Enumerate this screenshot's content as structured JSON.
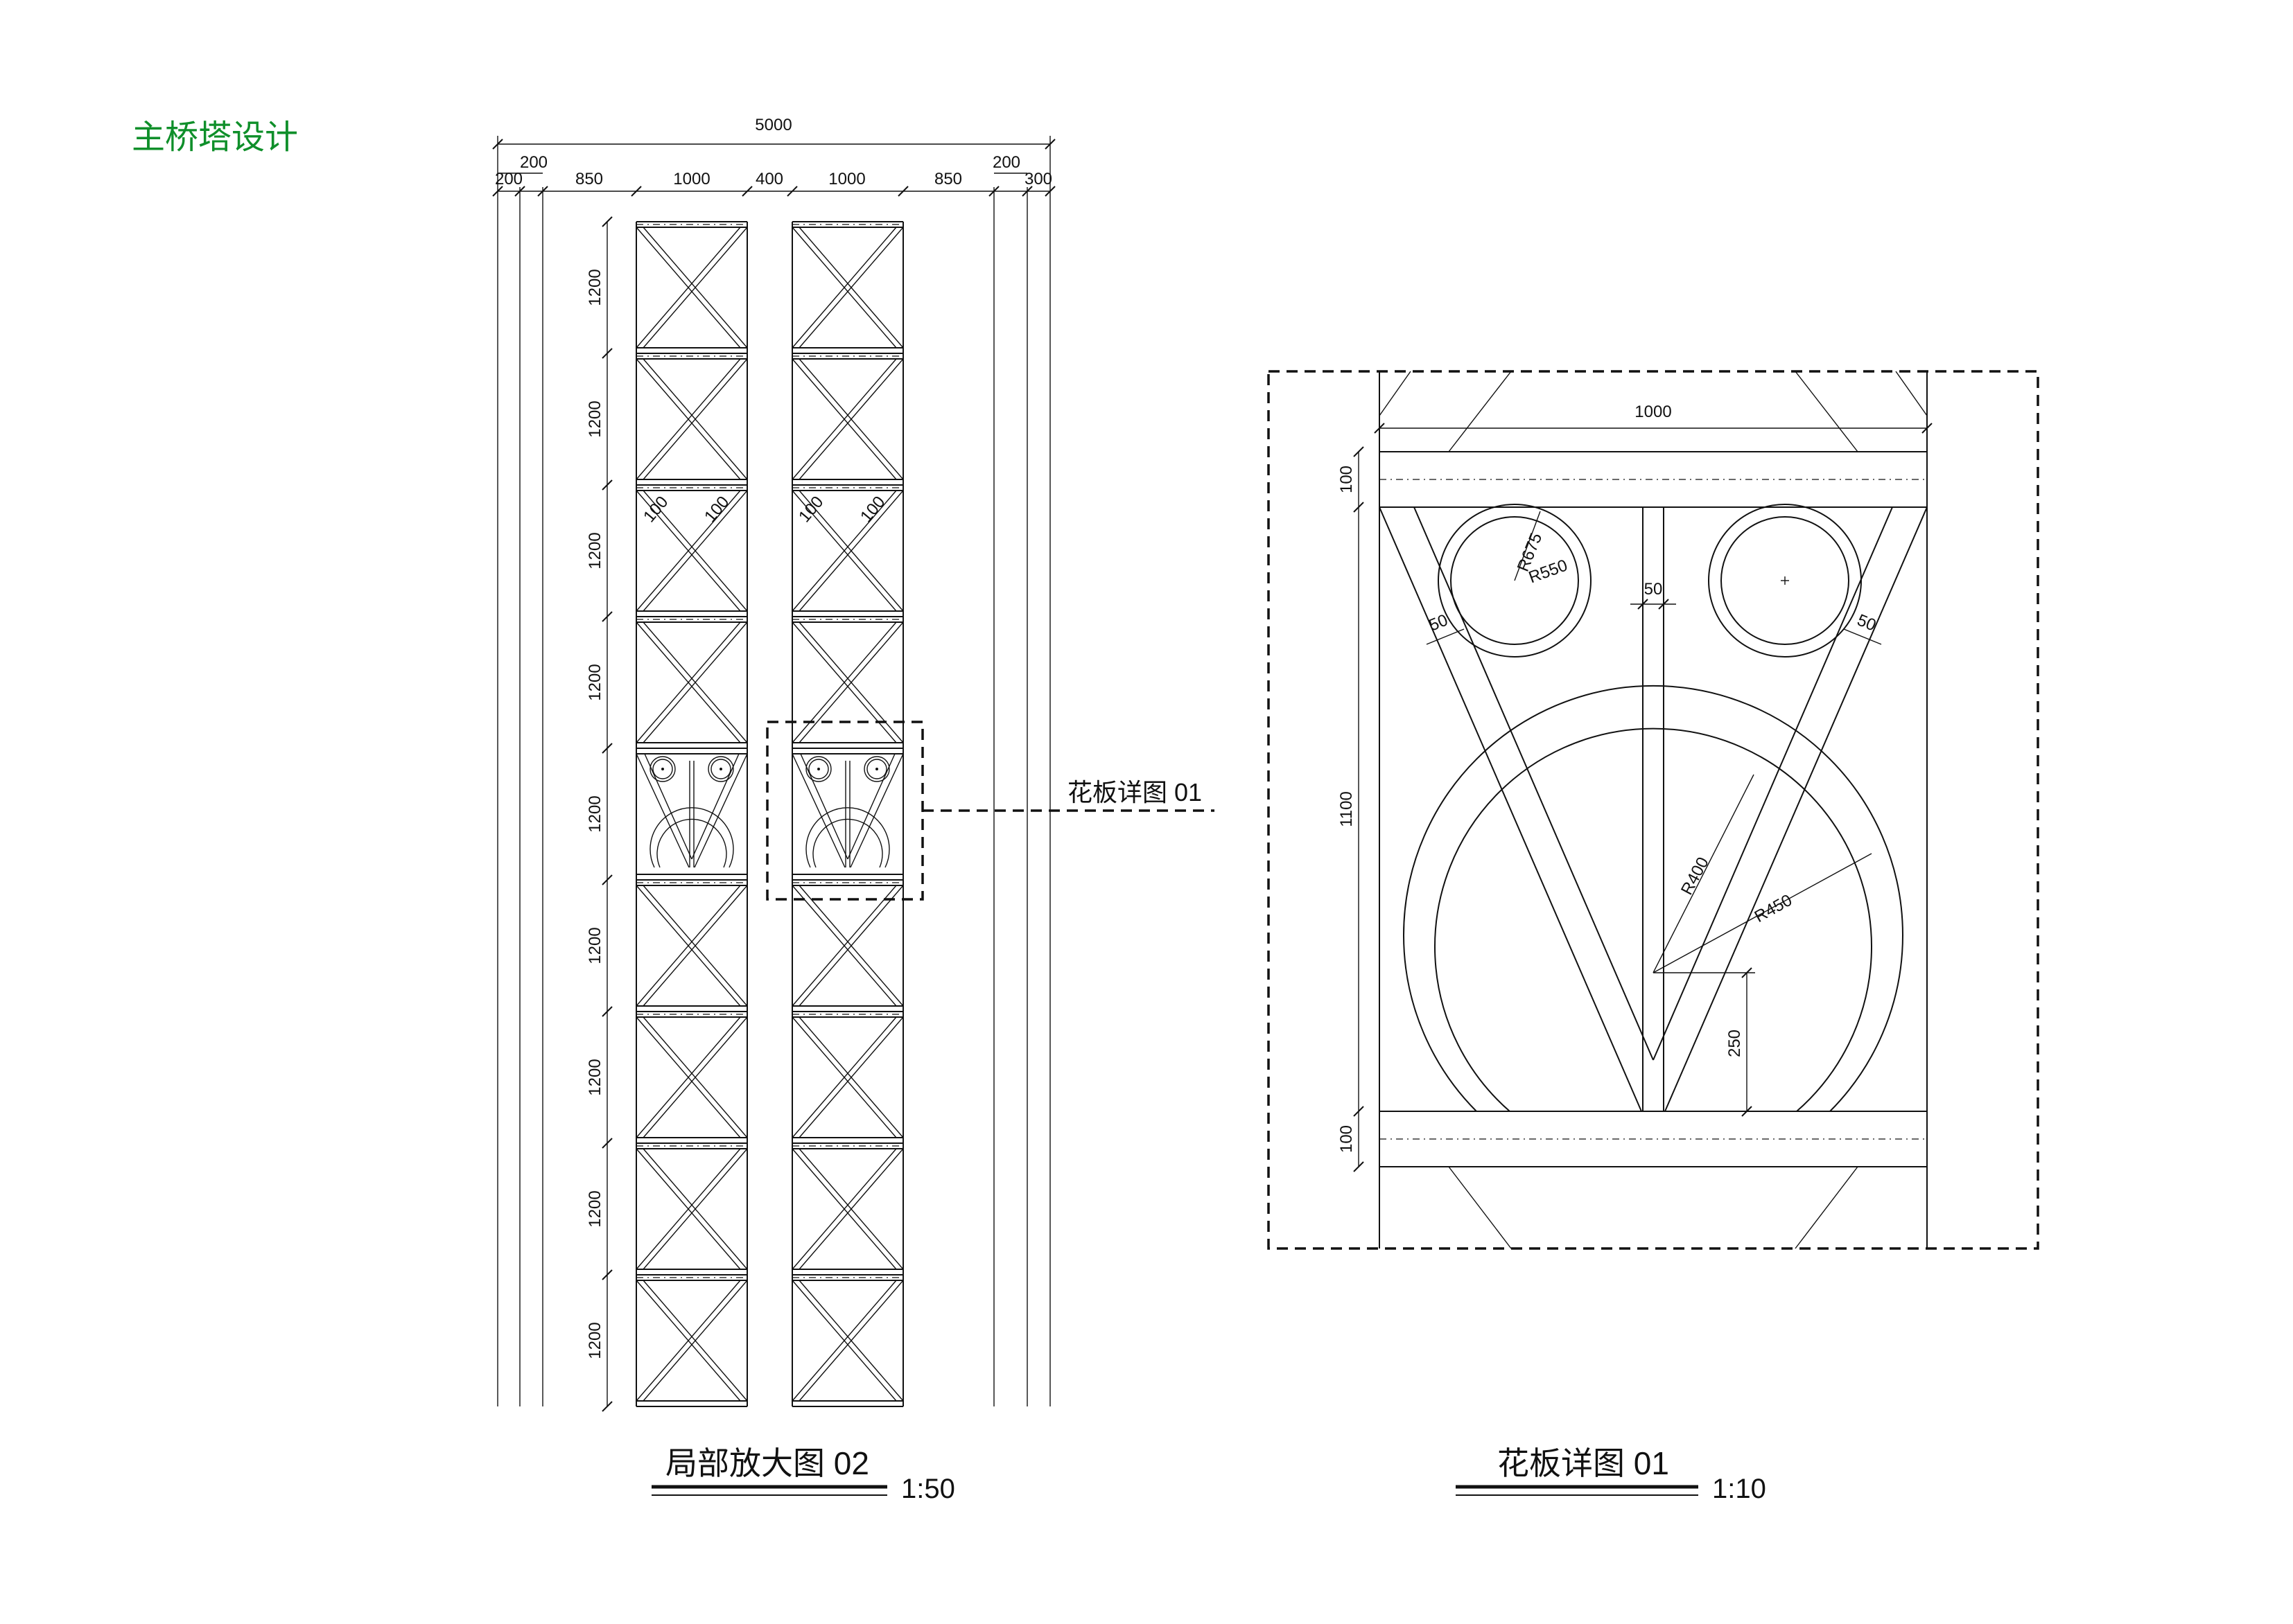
{
  "page_title": "主桥塔设计",
  "left_view": {
    "label": "局部放大图 02",
    "scale": "1:50",
    "top_total": "5000",
    "top_row_upper": [
      "200",
      "200"
    ],
    "top_row": [
      "200",
      "850",
      "1000",
      "400",
      "1000",
      "850",
      "300"
    ],
    "side_dims": [
      "1200",
      "1200",
      "1200",
      "1200",
      "1200",
      "1200",
      "1200",
      "1200",
      "1200"
    ],
    "node_dims": [
      "100",
      "100",
      "100",
      "100"
    ],
    "callout": "花板详图  01"
  },
  "right_view": {
    "label": "花板详图 01",
    "scale": "1:10",
    "width_dim": "1000",
    "left_dims": [
      "100",
      "1100",
      "100"
    ],
    "web_dim": "50",
    "diag_dims": [
      "50",
      "50"
    ],
    "ring_dims": [
      "R675",
      "R550"
    ],
    "arc_dims": [
      "R400",
      "R450"
    ],
    "offset_dim": "250"
  }
}
